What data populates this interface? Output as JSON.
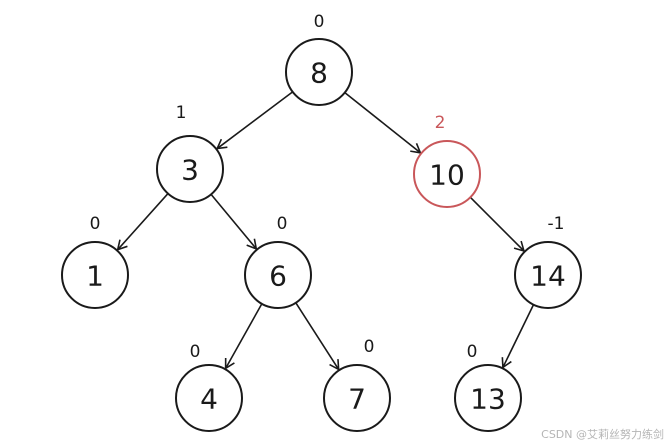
{
  "colors": {
    "stroke": "#1a1a1a",
    "highlight": "#c9575a",
    "background": "#ffffff"
  },
  "tree": {
    "nodes": [
      {
        "id": "n8",
        "label": "8",
        "balance": "0",
        "highlight": false
      },
      {
        "id": "n3",
        "label": "3",
        "balance": "1",
        "highlight": false
      },
      {
        "id": "n10",
        "label": "10",
        "balance": "2",
        "highlight": true
      },
      {
        "id": "n1",
        "label": "1",
        "balance": "0",
        "highlight": false
      },
      {
        "id": "n6",
        "label": "6",
        "balance": "0",
        "highlight": false
      },
      {
        "id": "n14",
        "label": "14",
        "balance": "-1",
        "highlight": false
      },
      {
        "id": "n4",
        "label": "4",
        "balance": "0",
        "highlight": false
      },
      {
        "id": "n7",
        "label": "7",
        "balance": "0",
        "highlight": false
      },
      {
        "id": "n13",
        "label": "13",
        "balance": "0",
        "highlight": false
      }
    ],
    "edges": [
      {
        "from": "n8",
        "to": "n3"
      },
      {
        "from": "n8",
        "to": "n10"
      },
      {
        "from": "n3",
        "to": "n1"
      },
      {
        "from": "n3",
        "to": "n6"
      },
      {
        "from": "n10",
        "to": "n14"
      },
      {
        "from": "n6",
        "to": "n4"
      },
      {
        "from": "n6",
        "to": "n7"
      },
      {
        "from": "n14",
        "to": "n13"
      }
    ]
  },
  "watermark": "CSDN @艾莉丝努力练剑"
}
